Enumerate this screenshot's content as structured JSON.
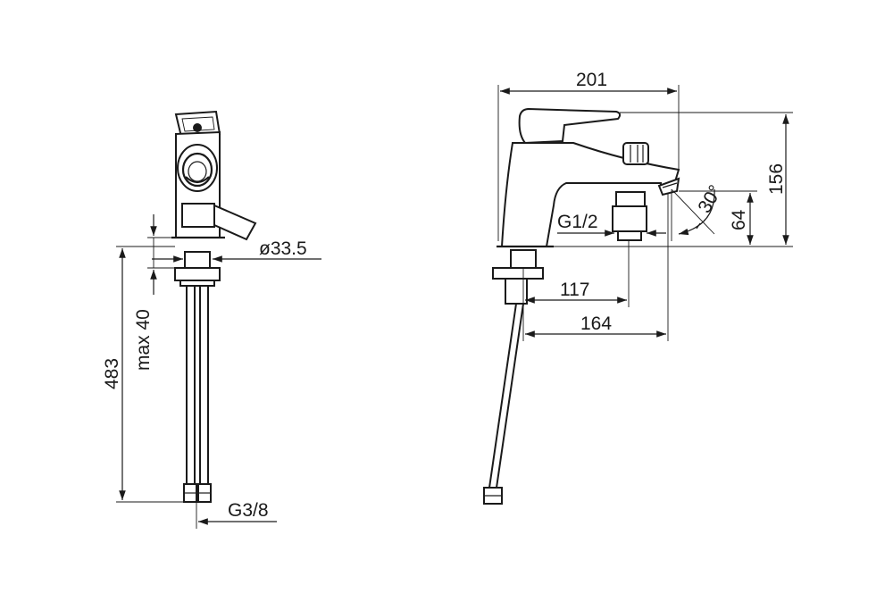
{
  "dimensions": {
    "width_201": "201",
    "height_156": "156",
    "spout_height_64": "64",
    "angle_30": "30°",
    "thread_shower": "G1/2",
    "reach_117": "117",
    "reach_164": "164",
    "diameter": "ø33.5",
    "max_deck": "max 40",
    "total_length": "483",
    "thread_hose": "G3/8"
  }
}
